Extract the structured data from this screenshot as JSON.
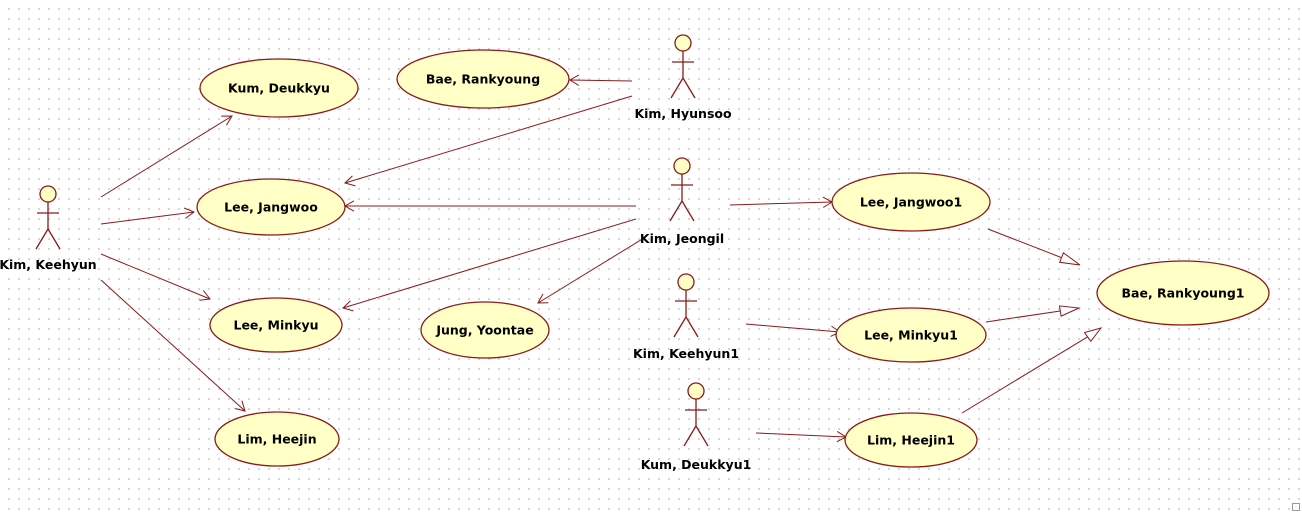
{
  "diagram": {
    "actors": {
      "kim_keehyun": "Kim, Keehyun",
      "kim_hyunsoo": "Kim, Hyunsoo",
      "kim_jeongil": "Kim, Jeongil",
      "kim_keehyun1": "Kim, Keehyun1",
      "kum_deukkyu1": "Kum, Deukkyu1"
    },
    "usecases": {
      "kum_deukkyu": "Kum, Deukkyu",
      "bae_rankyoung": "Bae, Rankyoung",
      "lee_jangwoo": "Lee, Jangwoo",
      "lee_minkyu": "Lee, Minkyu",
      "jung_yoontae": "Jung, Yoontae",
      "lim_heejin": "Lim, Heejin",
      "lee_jangwoo1": "Lee, Jangwoo1",
      "lee_minkyu1": "Lee, Minkyu1",
      "lim_heejin1": "Lim, Heejin1",
      "bae_rankyoung1": "Bae, Rankyoung1"
    },
    "colors": {
      "line": "#8b1a1a",
      "usecase_fill": "#ffffc6",
      "grid_dot": "#c8c8c8"
    }
  }
}
